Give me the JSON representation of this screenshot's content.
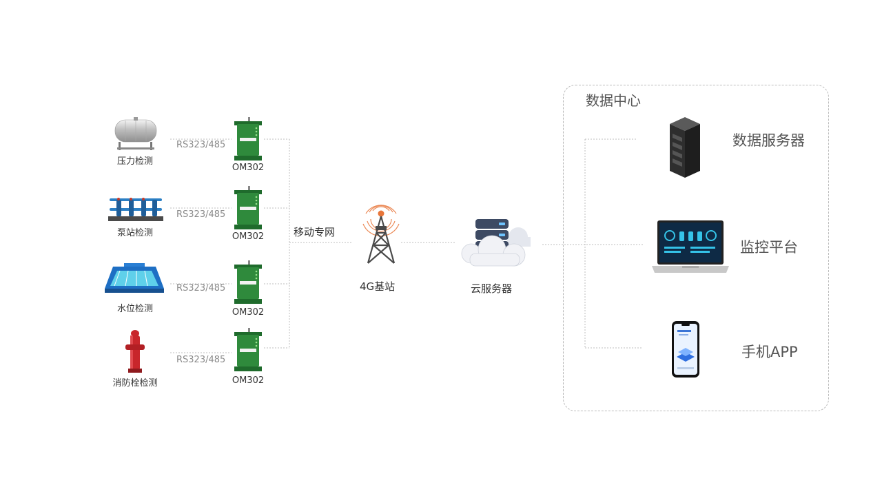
{
  "sensors": [
    {
      "label": "压力检测",
      "icon": "water-tank-icon"
    },
    {
      "label": "泵站检测",
      "icon": "pump-station-icon"
    },
    {
      "label": "水位检测",
      "icon": "swimming-pool-icon"
    },
    {
      "label": "消防栓检测",
      "icon": "fire-hydrant-icon"
    }
  ],
  "protocol_labels": [
    "RS323/485",
    "RS323/485",
    "RS323/485",
    "RS323/485"
  ],
  "devices": [
    "OM302",
    "OM302",
    "OM302",
    "OM302"
  ],
  "network_label": "移动专网",
  "base_station_label": "4G基站",
  "cloud_label": "云服务器",
  "data_center": {
    "title": "数据中心",
    "items": [
      "数据服务器",
      "监控平台",
      "手机APP"
    ]
  },
  "colors": {
    "device_green": "#2f8a3c",
    "connector_line": "#bdbdbd",
    "hydrant_red": "#c8262b",
    "pool_blue": "#2a7fd4"
  }
}
